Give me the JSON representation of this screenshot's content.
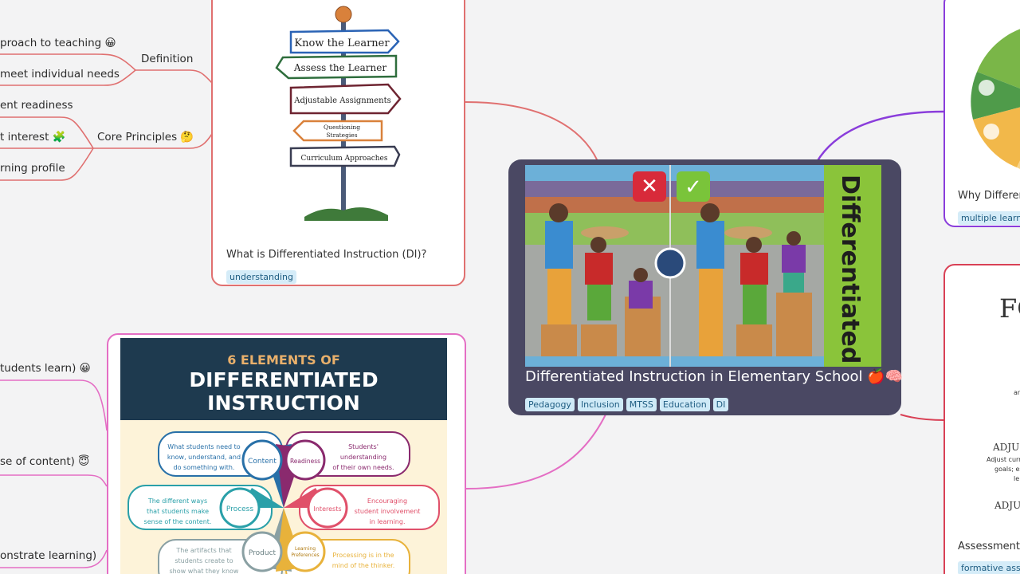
{
  "central": {
    "title": "Differentiated Instruction in Elementary School 🍎🧠",
    "image_text": "Differentiated Instruction",
    "tags": [
      "Pedagogy",
      "Inclusion",
      "MTSS",
      "Education",
      "DI"
    ]
  },
  "left_labels": {
    "approach": "proach to teaching 😀",
    "individual": "meet individual needs",
    "definition": "Definition",
    "readiness": "ent readiness",
    "interest": "t interest 🧩",
    "core": "Core Principles 🤔",
    "profile": "rning profile",
    "how_learn": "tudents learn) 😀",
    "sense": "se of content) 😇",
    "demonstrate": "onstrate learning)"
  },
  "card_di": {
    "title": "What is Differentiated Instruction (DI)?",
    "tag": "understanding",
    "signs": [
      "Know the Learner",
      "Assess the Learner",
      "Adjustable Assignments",
      "Questioning Strategies",
      "Curriculum Approaches"
    ]
  },
  "card_elements": {
    "heading_small": "6 ELEMENTS OF",
    "heading_big_1": "DIFFERENTIATED",
    "heading_big_2": "INSTRUCTION",
    "content": {
      "name": "Content",
      "desc": "What students need to know, understand, and do something with."
    },
    "process": {
      "name": "Process",
      "desc": "The different ways that students make sense of the content."
    },
    "product": {
      "name": "Product",
      "desc": "The artifacts that students create to show what they know"
    },
    "readiness": {
      "name": "Readiness",
      "desc": "Students' understanding of their own needs."
    },
    "interests": {
      "name": "Interests",
      "desc": "Encouraging student involvement in learning."
    },
    "learning": {
      "name": "Learning Preferences",
      "desc": "Processing is in the mind of the thinker."
    }
  },
  "card_why": {
    "title": "Why Different",
    "tag": "multiple learner"
  },
  "card_assess": {
    "title": "Assessment f",
    "tag": "formative assess"
  },
  "colors": {
    "red": "#e07070",
    "pink": "#e46ec4",
    "purple": "#8a3ddb",
    "central": "#4a4863"
  }
}
